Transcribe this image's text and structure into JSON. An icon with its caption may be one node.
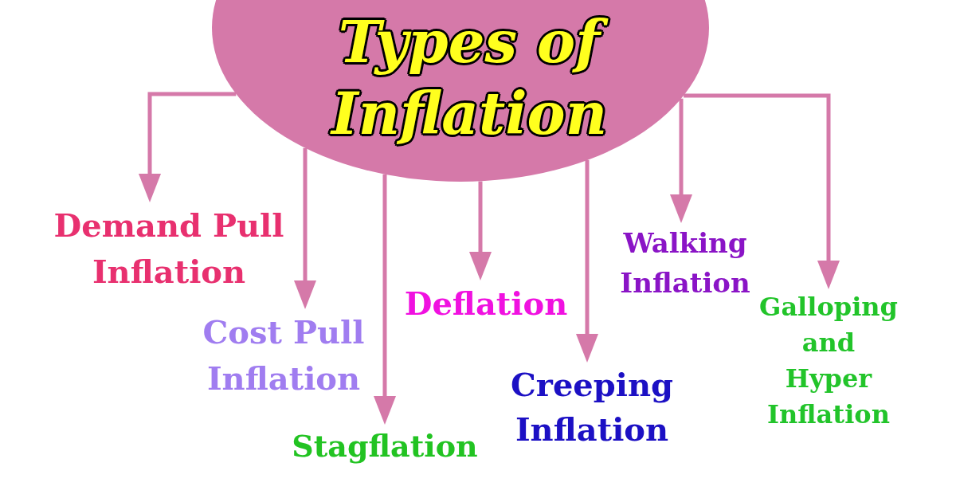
{
  "diagram": {
    "nodes": [
      {
        "text": [
          "Types of Inflation"
        ]
      },
      {
        "text": [
          "Demand Pull Inflation"
        ]
      },
      {
        "text": [
          "Cost Pull Inflation"
        ]
      },
      {
        "text": [
          "Stagflation"
        ]
      },
      {
        "text": [
          "Deflation"
        ]
      },
      {
        "text": [
          "Creeping Inflation"
        ]
      },
      {
        "text": [
          "Walking Inflation"
        ]
      },
      {
        "text": [
          "Galloping and Hyper Inflation"
        ]
      }
    ],
    "edges": [
      {
        "from": 0,
        "to": 1,
        "arrow": "to"
      },
      {
        "from": 0,
        "to": 2,
        "arrow": "to"
      },
      {
        "from": 0,
        "to": 3,
        "arrow": "to"
      },
      {
        "from": 0,
        "to": 4,
        "arrow": "to"
      },
      {
        "from": 0,
        "to": 5,
        "arrow": "to"
      },
      {
        "from": 0,
        "to": 6,
        "arrow": "to"
      },
      {
        "from": 0,
        "to": 7,
        "arrow": "to"
      }
    ]
  }
}
